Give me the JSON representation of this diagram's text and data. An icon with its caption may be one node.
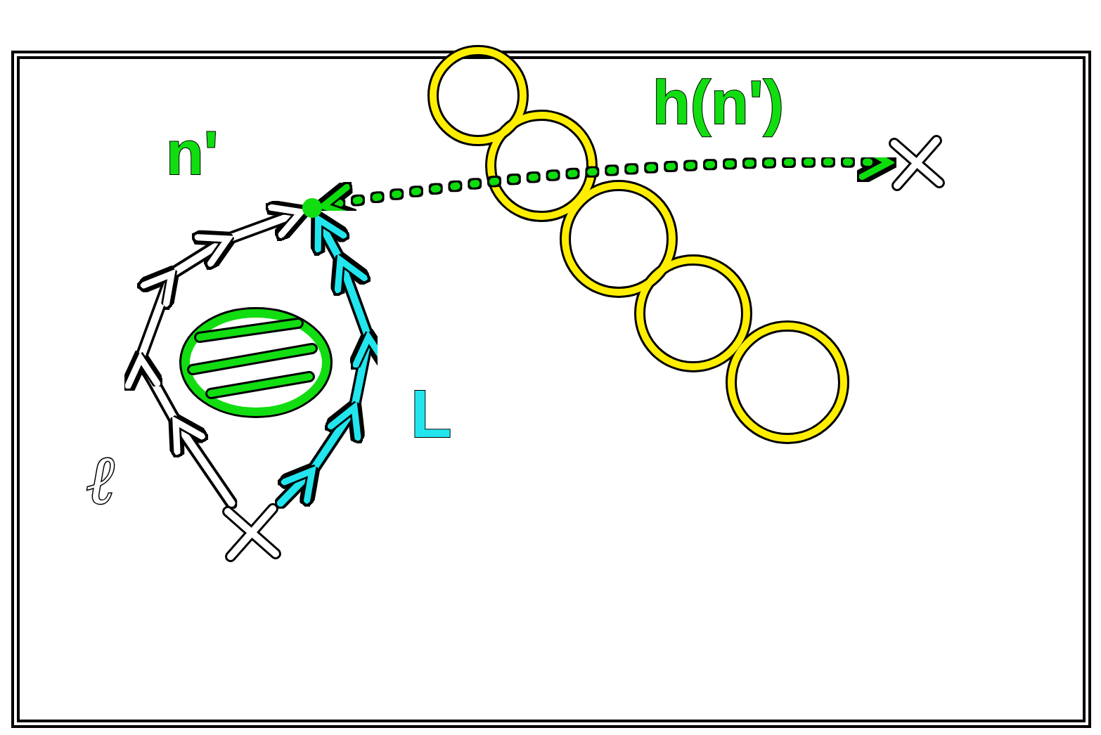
{
  "diagram": {
    "nodes": [
      {
        "text": [],
        "shape": "circle",
        "beside": [
          "n'"
        ]
      },
      {
        "text": [],
        "shape": "cross"
      },
      {
        "text": [],
        "shape": "cross"
      }
    ],
    "edges": [
      {
        "from": 1,
        "to": 0,
        "arrow": "to",
        "color": "#ffffff"
      },
      {
        "from": 1,
        "to": 0,
        "arrow": "to",
        "color": "#22e5ee"
      },
      {
        "from": 2,
        "to": 0,
        "arrow": "both",
        "style": "dashed",
        "color": "#11dd11",
        "label": "h(n')"
      }
    ],
    "labels": [
      "ℓ",
      "L"
    ]
  }
}
